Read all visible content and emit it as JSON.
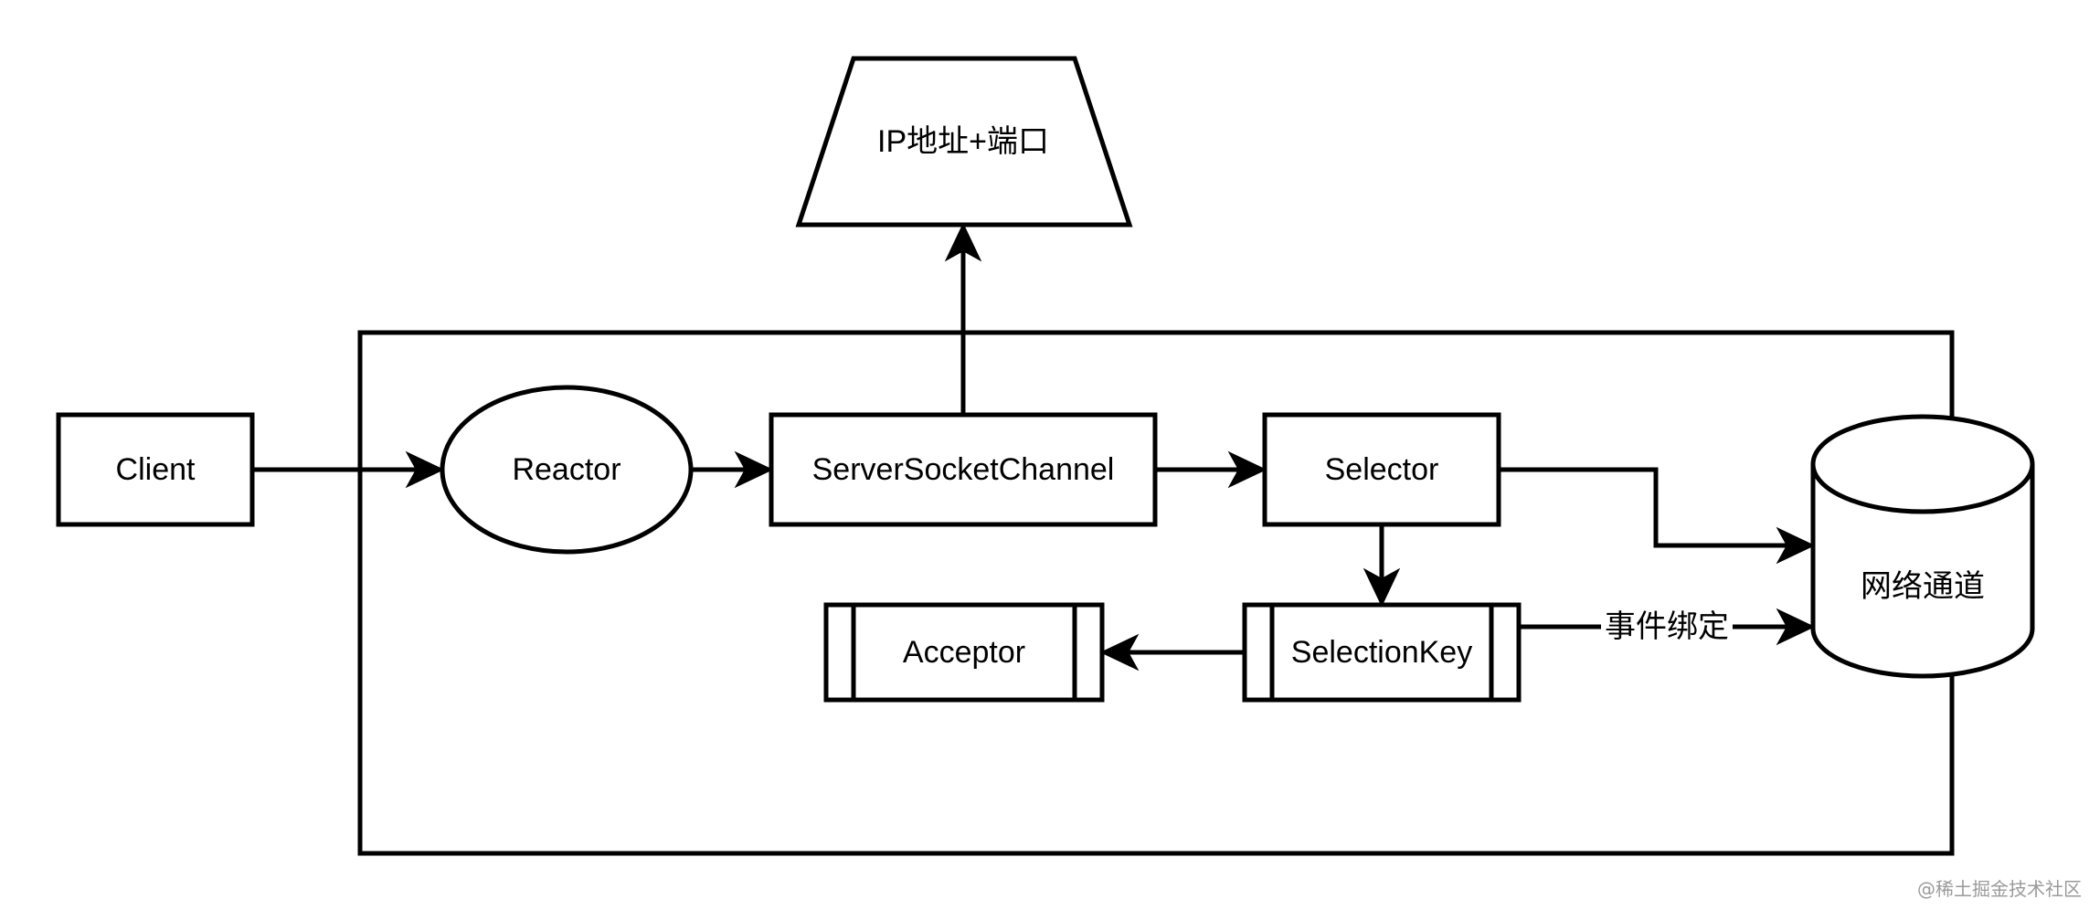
{
  "diagram": {
    "nodes": {
      "client": {
        "label": "Client"
      },
      "reactor": {
        "label": "Reactor"
      },
      "server_socket_channel": {
        "label": "ServerSocketChannel"
      },
      "selector": {
        "label": "Selector"
      },
      "selection_key": {
        "label": "SelectionKey"
      },
      "acceptor": {
        "label": "Acceptor"
      },
      "ip_port": {
        "label": "IP地址+端口"
      },
      "network_channel": {
        "label": "网络通道"
      }
    },
    "edges": [
      {
        "from": "Client",
        "to": "Reactor"
      },
      {
        "from": "Reactor",
        "to": "ServerSocketChannel"
      },
      {
        "from": "ServerSocketChannel",
        "to": "IP地址+端口"
      },
      {
        "from": "ServerSocketChannel",
        "to": "Selector"
      },
      {
        "from": "Selector",
        "to": "网络通道"
      },
      {
        "from": "Selector",
        "to": "SelectionKey"
      },
      {
        "from": "SelectionKey",
        "to": "Acceptor"
      },
      {
        "from": "SelectionKey",
        "to": "网络通道",
        "label": "事件绑定"
      }
    ],
    "edge_labels": {
      "event_binding": "事件绑定"
    },
    "colors": {
      "stroke": "#000000",
      "fill": "#ffffff",
      "watermark": "#9a9a9a"
    }
  },
  "watermark": {
    "text": "@稀土掘金技术社区"
  }
}
